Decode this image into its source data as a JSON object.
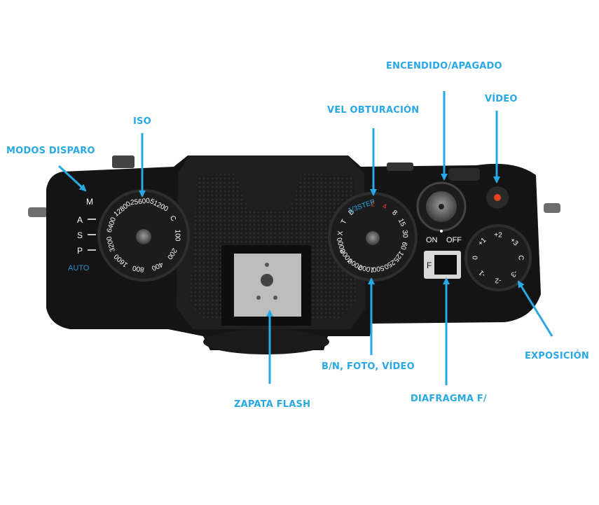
{
  "labels": {
    "modos_disparo": "MODOS DISPARO",
    "iso": "ISO",
    "vel_obturacion": "VEL OBTURACIÓN",
    "encendido": "ENCENDIDO/APAGADO",
    "video": "VÍDEO",
    "exposicion": "EXPOSICIÓN",
    "bn_foto_video": "B/N, FOTO, VÍDEO",
    "zapata_flash": "ZAPATA FLASH",
    "diafragma": "DIAFRAGMA F/"
  },
  "camera": {
    "mode_dial": [
      "M",
      "A",
      "S",
      "P",
      "AUTO"
    ],
    "iso_dial": [
      "100",
      "200",
      "400",
      "800",
      "1600",
      "3200",
      "6400",
      "12800",
      "25600",
      "51200",
      "C"
    ],
    "shutter_dial": [
      "2",
      "4",
      "8",
      "15",
      "30",
      "60",
      "125",
      "250",
      "500",
      "1000",
      "2000",
      "4000",
      "8000",
      "X",
      "T",
      "B",
      "1/3STEP"
    ],
    "power_on": "ON",
    "power_off": "OFF",
    "aperture_indicator": "F",
    "exposure_dial": [
      "0",
      "+1",
      "+2",
      "+3",
      "C",
      "-3",
      "-2",
      "-1"
    ]
  },
  "colors": {
    "accent": "#29a8e6",
    "body": "#151515",
    "record": "#e8401c"
  }
}
